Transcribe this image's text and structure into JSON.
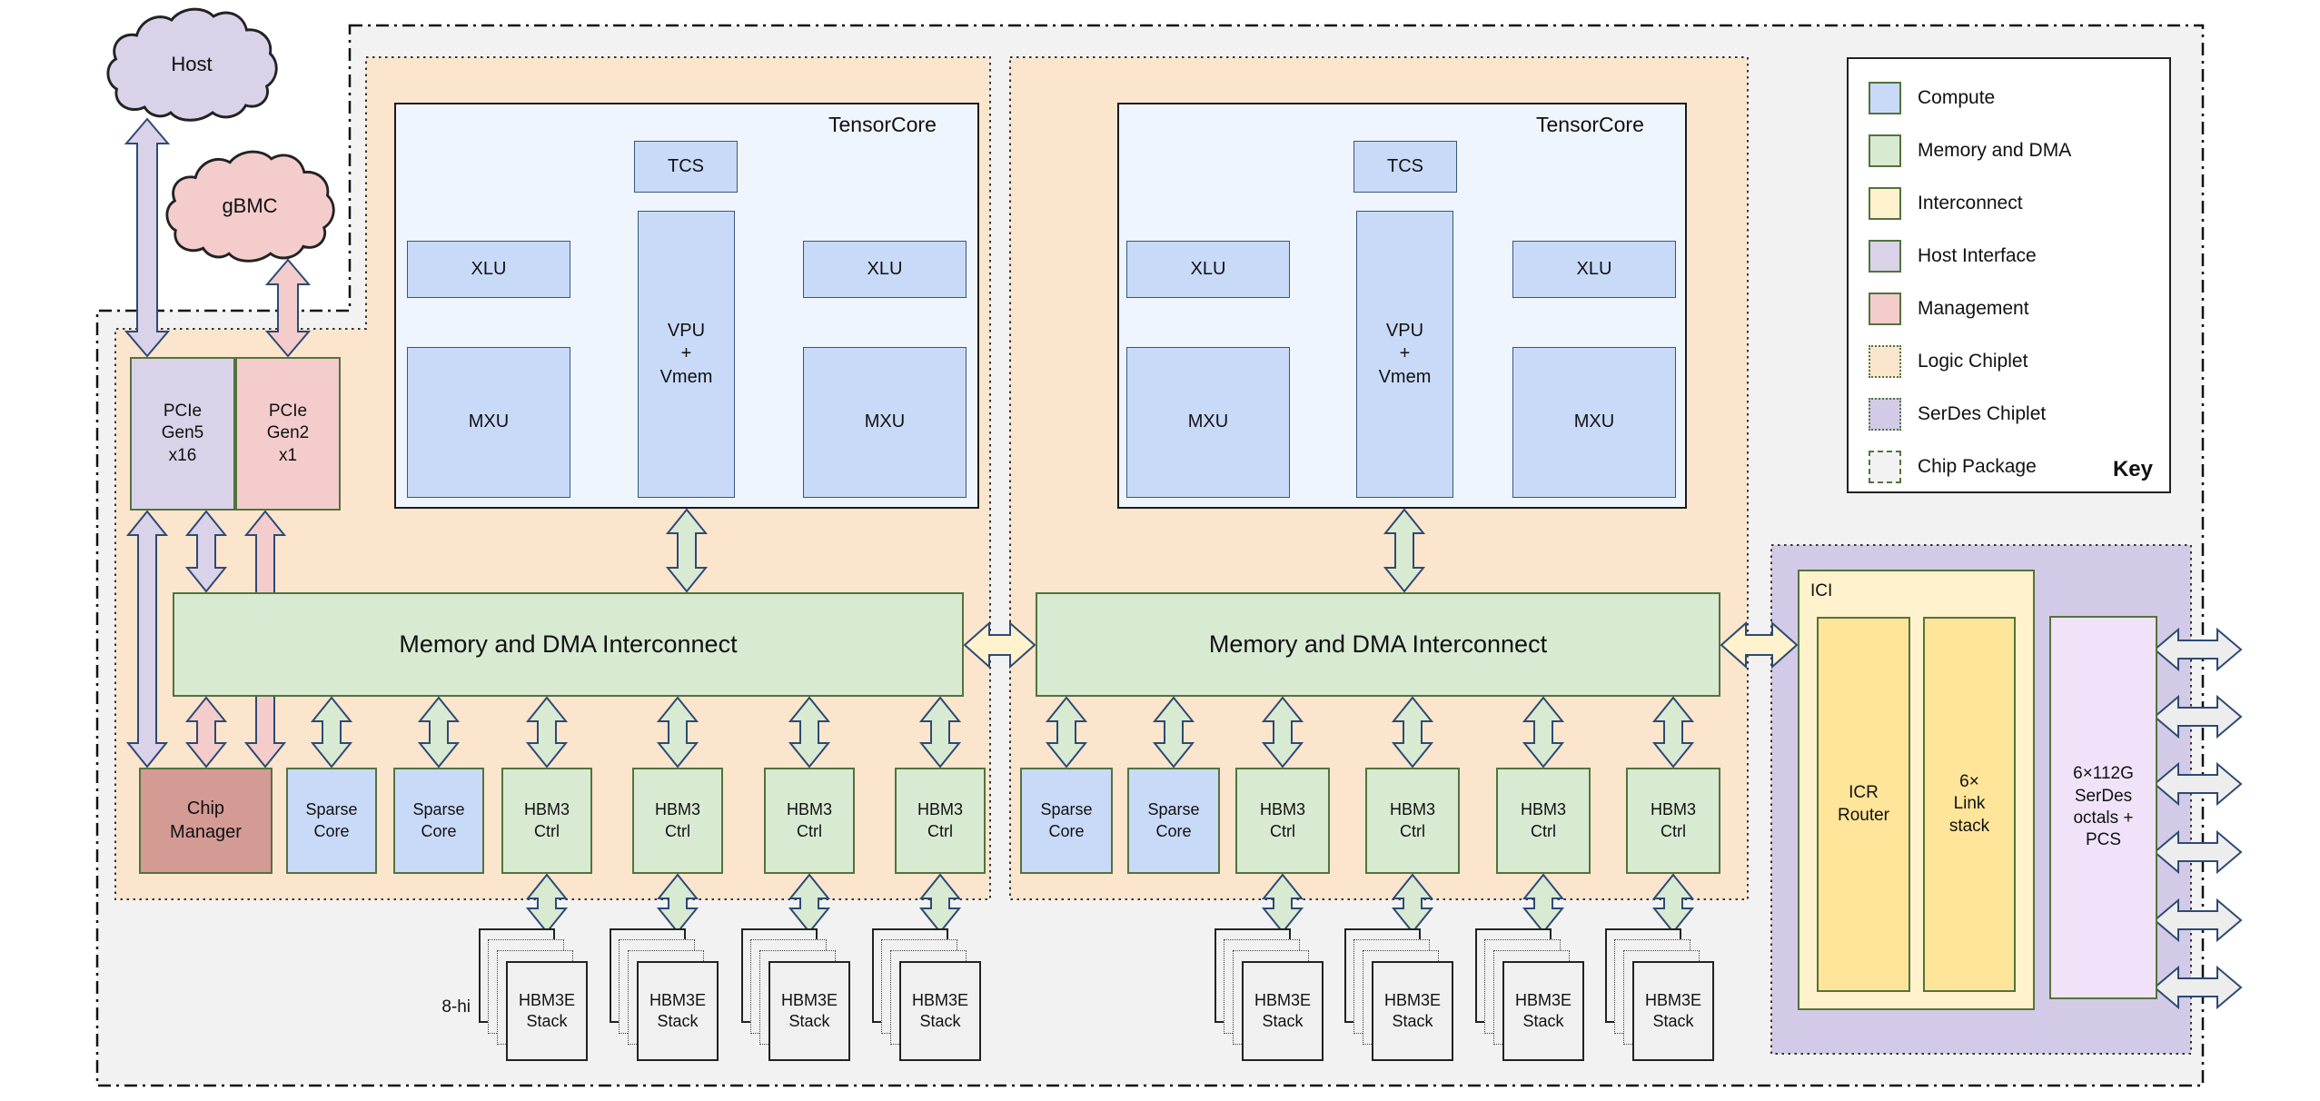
{
  "clouds": {
    "host": "Host",
    "bmc": "gBMC"
  },
  "host_interface": {
    "pcie_gen5": "PCIe\nGen5\nx16",
    "pcie_gen2": "PCIe\nGen2\nx1"
  },
  "tensorcore": {
    "title": "TensorCore",
    "tcs": "TCS",
    "vpu": "VPU\n+\nVmem",
    "xlu": "XLU",
    "mxu": "MXU"
  },
  "interconnect": {
    "memory_dma": "Memory and DMA Interconnect"
  },
  "management": {
    "chip_manager": "Chip\nManager"
  },
  "compute": {
    "sparse_core": "Sparse\nCore"
  },
  "memory": {
    "hbm3_ctrl": "HBM3\nCtrl",
    "hbm3e_stack": "HBM3E\nStack",
    "stack_height": "8-hi"
  },
  "ici": {
    "title": "ICI",
    "icr_router": "ICR\nRouter",
    "link_stack": "6×\nLink\nstack"
  },
  "serdes": {
    "octals": "6×112G\nSerDes\noctals +\nPCS"
  },
  "legend": {
    "title": "Key",
    "items": [
      {
        "label": "Compute",
        "color": "#c9daf8",
        "style": "solid"
      },
      {
        "label": "Memory and DMA",
        "color": "#d9ead3",
        "style": "solid"
      },
      {
        "label": "Interconnect",
        "color": "#fff2cc",
        "style": "solid"
      },
      {
        "label": "Host Interface",
        "color": "#d9d2e9",
        "style": "solid"
      },
      {
        "label": "Management",
        "color": "#f4cccc",
        "style": "solid"
      },
      {
        "label": "Logic Chiplet",
        "color": "#fce5cd",
        "style": "dotted"
      },
      {
        "label": "SerDes Chiplet",
        "color": "#d2cae6",
        "style": "dotted"
      },
      {
        "label": "Chip Package",
        "color": "#f2f2f2",
        "style": "dashdot"
      }
    ]
  },
  "palette": {
    "compute_blue": "#c9daf8",
    "memory_green": "#d9ead3",
    "interconnect_yellow": "#fff2cc",
    "interconnect_yellow_deep": "#ffe599",
    "host_purple": "#d9d2e9",
    "management_pink": "#f4cccc",
    "chip_manager_red": "#d49a94",
    "logic_chiplet_orange": "#fce5cd",
    "serdes_chiplet_purple": "#d2cae6",
    "serdes_octals_lavender": "#f0e3f9",
    "chip_package_gray": "#f2f2f2",
    "box_border_green": "#52733c",
    "arrow_border_navy": "#2d4a74"
  }
}
